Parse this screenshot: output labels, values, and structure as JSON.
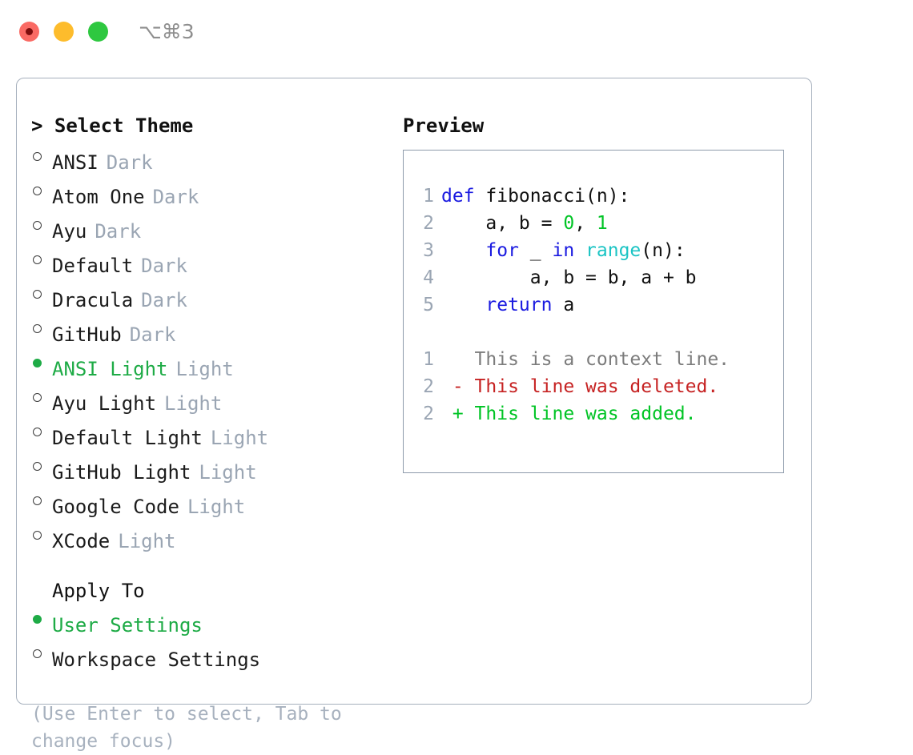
{
  "titlebar": {
    "shortcut": "⌥⌘3",
    "buttons": [
      {
        "name": "close",
        "color": "#fa6a64"
      },
      {
        "name": "minimize",
        "color": "#fdbc2c"
      },
      {
        "name": "maximize",
        "color": "#2ec840"
      }
    ]
  },
  "theme_panel": {
    "header": "> Select Theme",
    "options": [
      {
        "label": "ANSI",
        "variant": "Dark",
        "selected": false
      },
      {
        "label": "Atom One",
        "variant": "Dark",
        "selected": false
      },
      {
        "label": "Ayu",
        "variant": "Dark",
        "selected": false
      },
      {
        "label": "Default",
        "variant": "Dark",
        "selected": false
      },
      {
        "label": "Dracula",
        "variant": "Dark",
        "selected": false
      },
      {
        "label": "GitHub",
        "variant": "Dark",
        "selected": false
      },
      {
        "label": "ANSI Light",
        "variant": "Light",
        "selected": true
      },
      {
        "label": "Ayu Light",
        "variant": "Light",
        "selected": false
      },
      {
        "label": "Default Light",
        "variant": "Light",
        "selected": false
      },
      {
        "label": "GitHub Light",
        "variant": "Light",
        "selected": false
      },
      {
        "label": "Google Code",
        "variant": "Light",
        "selected": false
      },
      {
        "label": "XCode",
        "variant": "Light",
        "selected": false
      }
    ]
  },
  "apply_to": {
    "title": "Apply To",
    "options": [
      {
        "label": "User Settings",
        "selected": true
      },
      {
        "label": "Workspace Settings",
        "selected": false
      }
    ]
  },
  "hint": "(Use Enter to select, Tab to change focus)",
  "preview": {
    "header": "Preview",
    "code_lines": [
      {
        "number": "1",
        "tokens": [
          {
            "text": "def",
            "type": "kw"
          },
          {
            "text": " fibonacci(n):",
            "type": "plain"
          }
        ]
      },
      {
        "number": "2",
        "tokens": [
          {
            "text": "    a, b = ",
            "type": "plain"
          },
          {
            "text": "0",
            "type": "num"
          },
          {
            "text": ", ",
            "type": "plain"
          },
          {
            "text": "1",
            "type": "num"
          }
        ]
      },
      {
        "number": "3",
        "tokens": [
          {
            "text": "    ",
            "type": "plain"
          },
          {
            "text": "for",
            "type": "kw"
          },
          {
            "text": " _ ",
            "type": "plain"
          },
          {
            "text": "in",
            "type": "kw"
          },
          {
            "text": " ",
            "type": "plain"
          },
          {
            "text": "range",
            "type": "fn"
          },
          {
            "text": "(n):",
            "type": "plain"
          }
        ]
      },
      {
        "number": "4",
        "tokens": [
          {
            "text": "        a, b = b, a + b",
            "type": "plain"
          }
        ]
      },
      {
        "number": "5",
        "tokens": [
          {
            "text": "    ",
            "type": "plain"
          },
          {
            "text": "return",
            "type": "kw"
          },
          {
            "text": " a",
            "type": "plain"
          }
        ]
      }
    ],
    "diff_lines": [
      {
        "number": "1",
        "marker": " ",
        "text": " This is a context line.",
        "type": "ctx"
      },
      {
        "number": "2",
        "marker": "-",
        "text": " This line was deleted.",
        "type": "del"
      },
      {
        "number": "2",
        "marker": "+",
        "text": " This line was added.",
        "type": "add"
      }
    ]
  },
  "colors": {
    "accent_green": "#1eab46",
    "muted": "#9aa5b3",
    "keyword_blue": "#1a1ae0",
    "function_cyan": "#1bc4c4",
    "number_green": "#00c425",
    "diff_added": "#00c425",
    "diff_deleted": "#c62222",
    "diff_context": "#7c7c7c",
    "border": "#a6b0bd"
  }
}
